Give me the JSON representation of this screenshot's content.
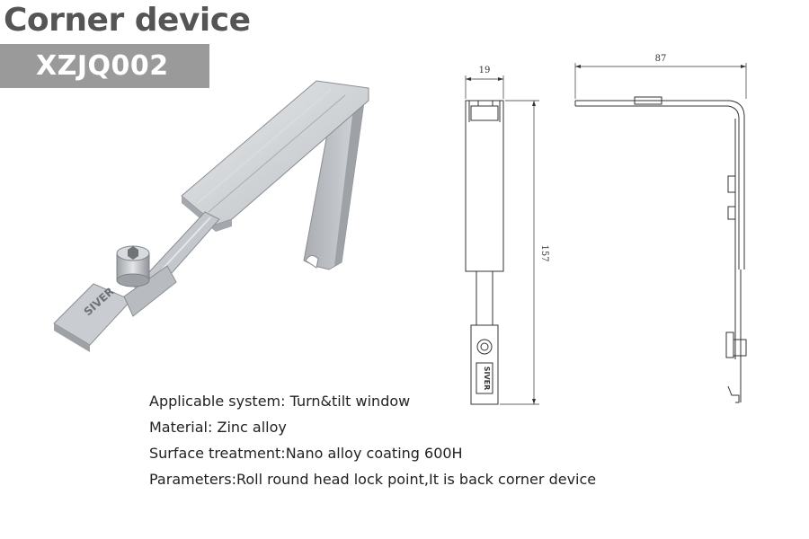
{
  "header": {
    "title": "Corner device",
    "model_code": "XZJQ002"
  },
  "photo": {
    "brand_mark": "SIVER"
  },
  "drawing": {
    "front_view": {
      "width_label": "19",
      "height_label": "157"
    },
    "side_view": {
      "width_label": "87"
    },
    "brand_mark": "SIVER"
  },
  "specs": [
    "Applicable system: Turn&tilt window",
    "Material: Zinc alloy",
    "Surface treatment:Nano alloy coating 600H",
    "Parameters:Roll round head lock point,It is back corner device"
  ],
  "colors": {
    "title": "#555555",
    "code_bar": "#9a9a9a",
    "metal": "#c8cbce"
  }
}
